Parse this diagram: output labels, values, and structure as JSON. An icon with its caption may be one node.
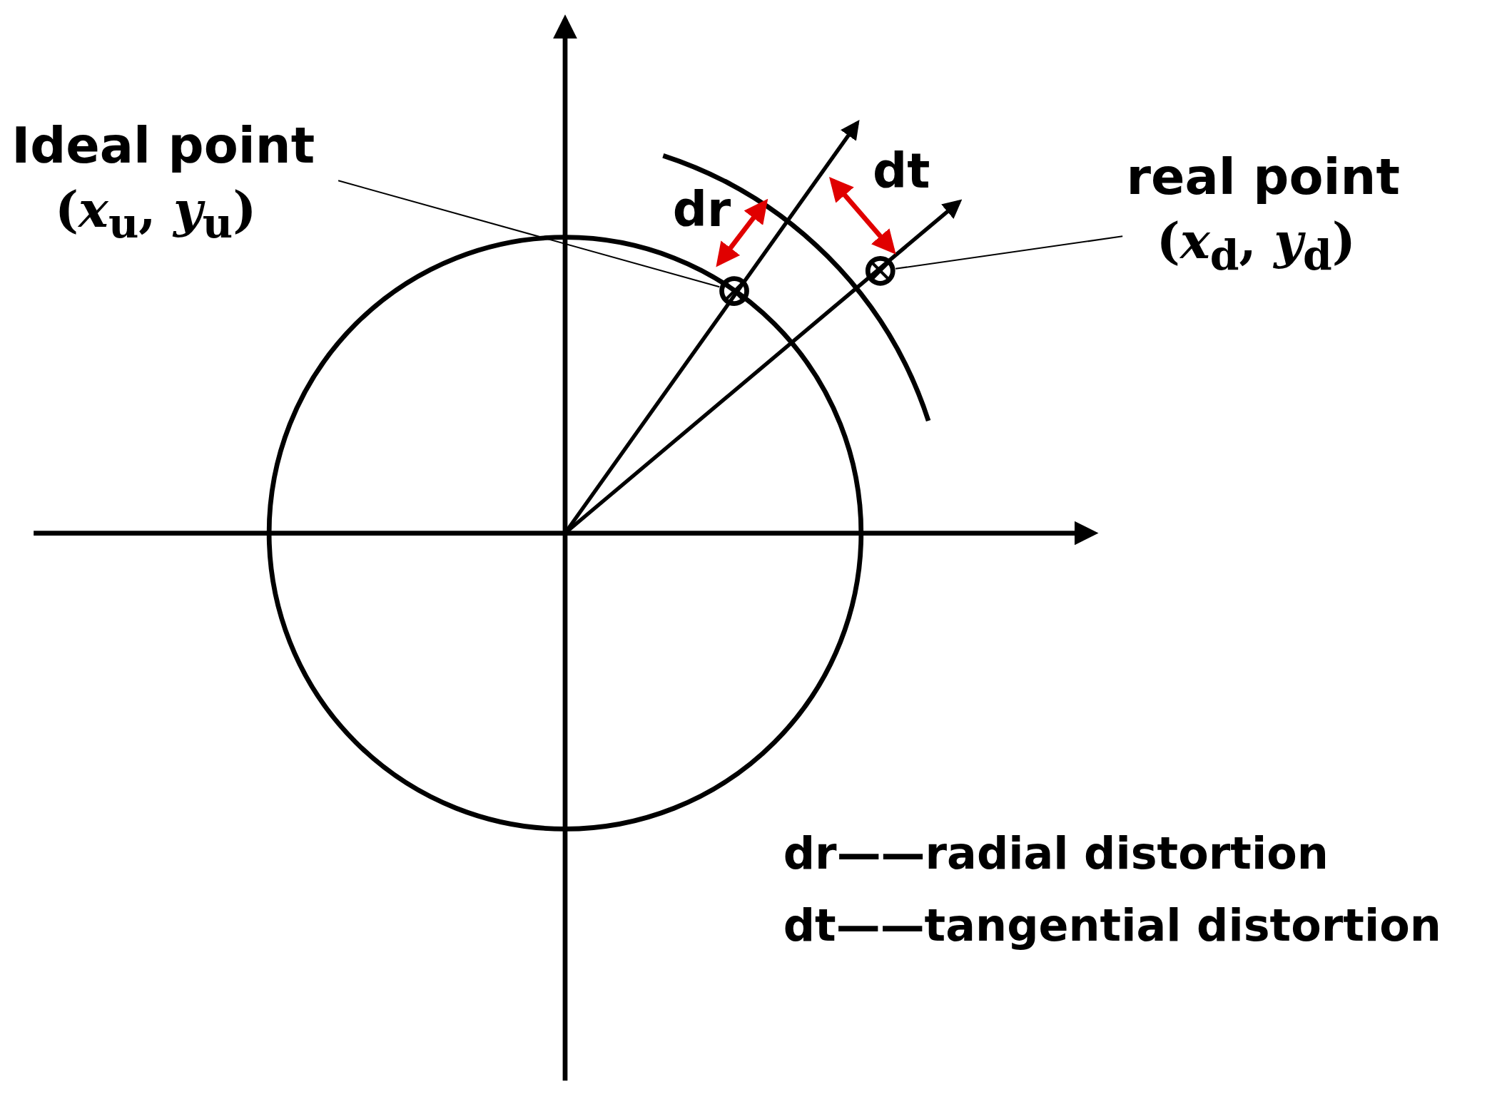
{
  "diagram": {
    "nodes": [
      {
        "text": [
          "Ideal point",
          "(*x*$_{u}$, *y*$_{u}$)"
        ]
      },
      {
        "text": [],
        "shape": "circle"
      },
      {
        "text": [
          "real point",
          "(*x*$_{d}$, *y*$_{d}$)"
        ]
      },
      {
        "text": [],
        "shape": "circle"
      }
    ],
    "edges": [
      {
        "from": 0,
        "to": 1,
        "arrow": "none"
      },
      {
        "from": 2,
        "to": 3,
        "arrow": "none"
      }
    ],
    "labels": [
      "dt",
      "dr",
      "dr——radial distortion",
      "dt——tangential distortion"
    ]
  }
}
